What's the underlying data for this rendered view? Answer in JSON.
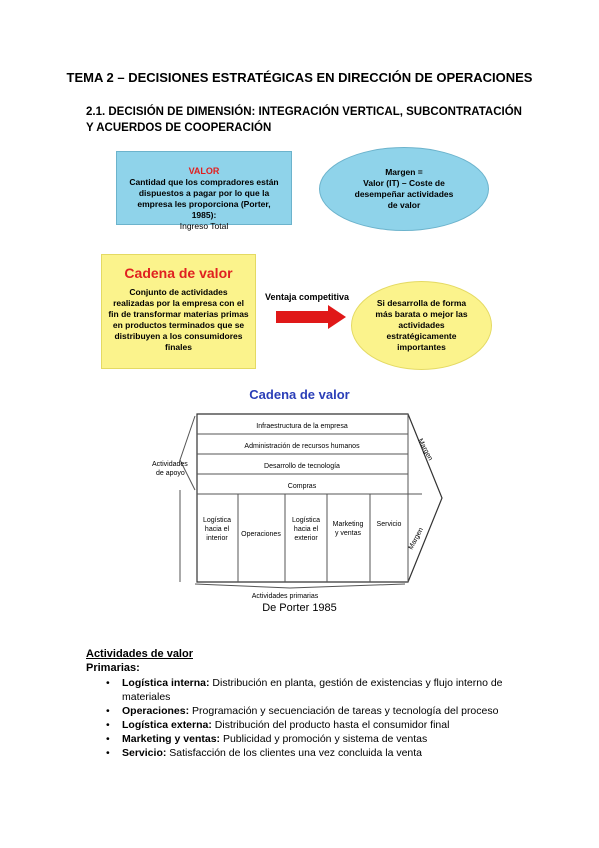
{
  "title": "TEMA 2 – DECISIONES ESTRATÉGICAS EN DIRECCIÓN DE OPERACIONES",
  "subtitle": "2.1. DECISIÓN DE DIMENSIÓN: INTEGRACIÓN VERTICAL, SUBCONTRATACIÓN Y ACUERDOS DE COOPERACIÓN",
  "valor_box": {
    "heading": "VALOR",
    "text": "Cantidad que los compradores están dispuestos a pagar por lo que la empresa les proporciona (Porter, 1985):",
    "sub": "Ingreso Total"
  },
  "margen_ellipse": "Margen =\nValor (IT) – Coste de\ndesempeñar actividades\nde valor",
  "cadena_box": {
    "heading": "Cadena de valor",
    "text": "Conjunto de actividades realizadas por la empresa con el fin de transformar materias primas en productos terminados que se distribuyen a los consumidores finales"
  },
  "ventaja_label": "Ventaja competitiva",
  "yellow_ellipse": "Si desarrolla de forma más barata o mejor las actividades estratégicamente importantes",
  "chain": {
    "title": "Cadena de valor",
    "support": [
      "Infraestructura de la empresa",
      "Administración de recursos humanos",
      "Desarrollo de tecnología",
      "Compras"
    ],
    "primary": [
      "Logística hacia el interior",
      "Operaciones",
      "Logística hacia el exterior",
      "Marketing y ventas",
      "Servicio"
    ],
    "support_label": "Actividades de apoyo",
    "primary_label": "Actividades primarias",
    "margin_top": "Margen",
    "margin_bottom": "Margen"
  },
  "caption": "De Porter 1985",
  "activities_heading": "Actividades de valor",
  "primary_heading": "Primarias:",
  "items": [
    {
      "term": "Logística interna:",
      "desc": " Distribución en planta, gestión de existencias y flujo interno de materiales"
    },
    {
      "term": "Operaciones:",
      "desc": " Programación y secuenciación de tareas y tecnología del proceso"
    },
    {
      "term": "Logística externa:",
      "desc": " Distribución del producto hasta el consumidor final"
    },
    {
      "term": "Marketing y ventas:",
      "desc": " Publicidad y promoción y sistema de ventas"
    },
    {
      "term": "Servicio:",
      "desc": " Satisfacción de los clientes una vez concluida la venta"
    }
  ]
}
